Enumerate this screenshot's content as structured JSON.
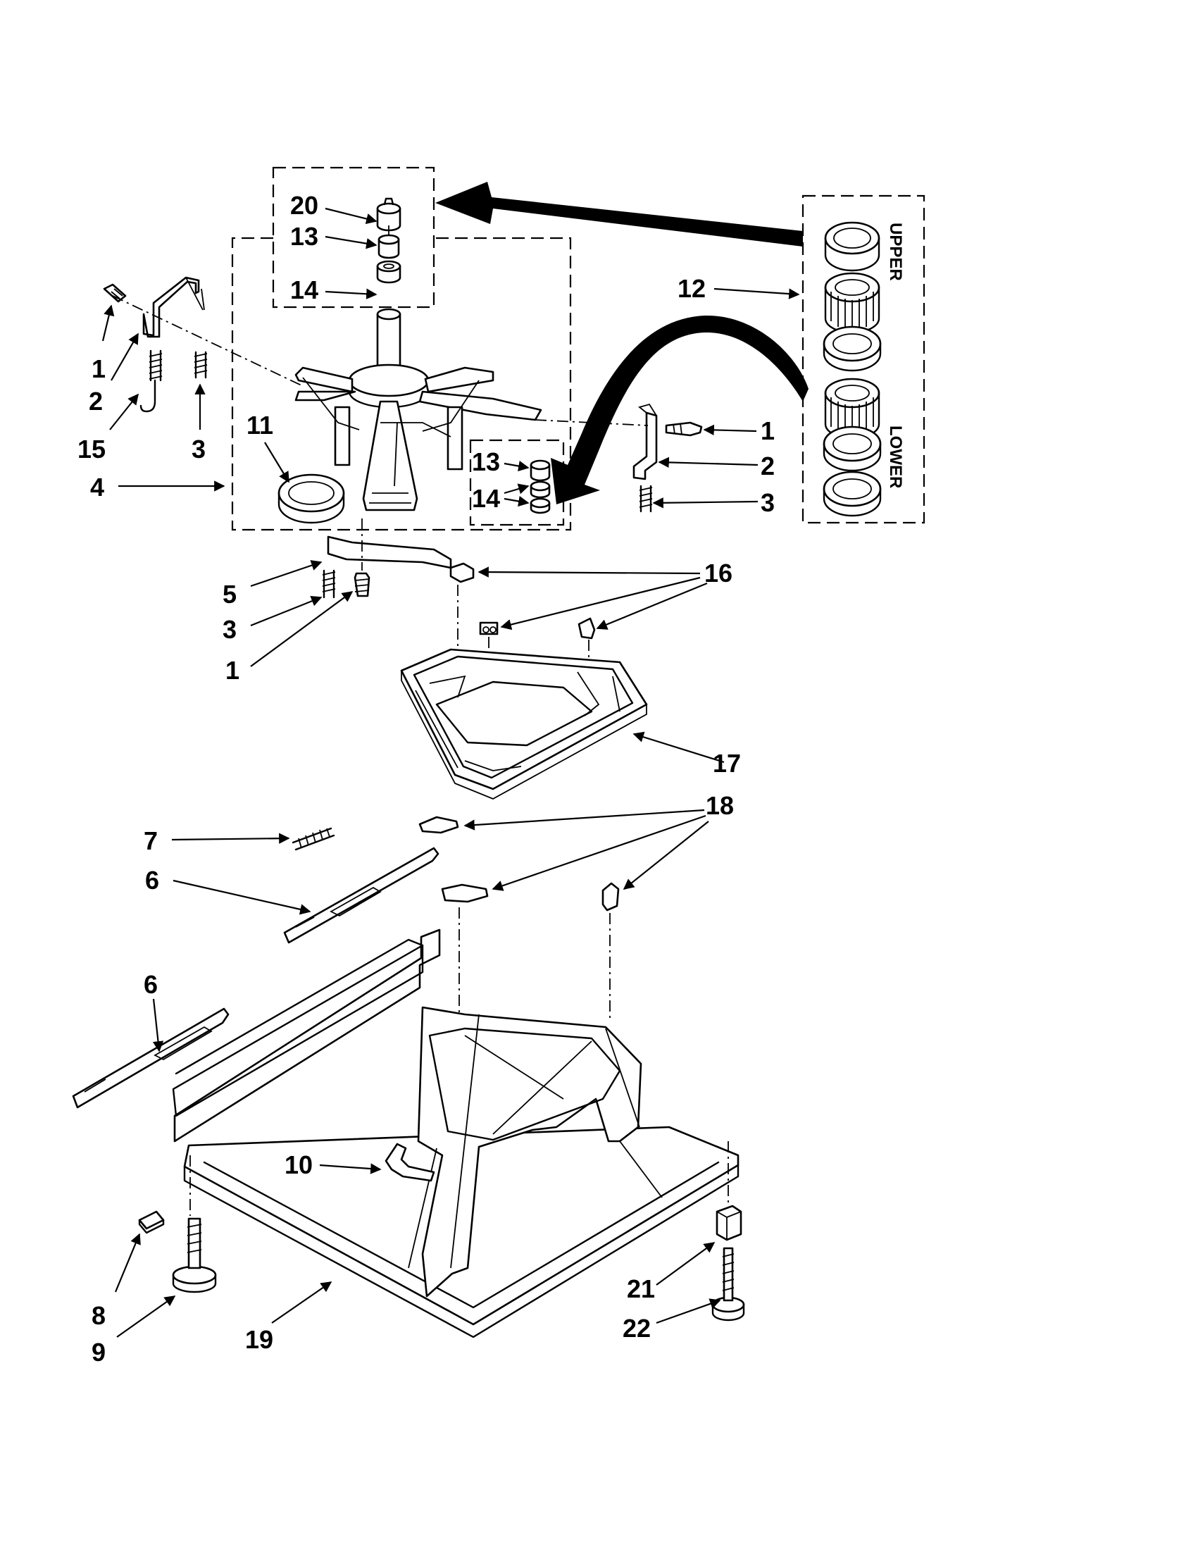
{
  "callouts": [
    {
      "id": "c20",
      "text": "20"
    },
    {
      "id": "c13a",
      "text": "13"
    },
    {
      "id": "c14a",
      "text": "14"
    },
    {
      "id": "c12",
      "text": "12"
    },
    {
      "id": "c1a",
      "text": "1"
    },
    {
      "id": "c2a",
      "text": "2"
    },
    {
      "id": "c15",
      "text": "15"
    },
    {
      "id": "c3a",
      "text": "3"
    },
    {
      "id": "c11",
      "text": "11"
    },
    {
      "id": "c4",
      "text": "4"
    },
    {
      "id": "c13b",
      "text": "13"
    },
    {
      "id": "c14b",
      "text": "14"
    },
    {
      "id": "c1b",
      "text": "1"
    },
    {
      "id": "c2b",
      "text": "2"
    },
    {
      "id": "c3b",
      "text": "3"
    },
    {
      "id": "c16",
      "text": "16"
    },
    {
      "id": "c5",
      "text": "5"
    },
    {
      "id": "c3c",
      "text": "3"
    },
    {
      "id": "c1c",
      "text": "1"
    },
    {
      "id": "c17",
      "text": "17"
    },
    {
      "id": "c18",
      "text": "18"
    },
    {
      "id": "c7",
      "text": "7"
    },
    {
      "id": "c6a",
      "text": "6"
    },
    {
      "id": "c6b",
      "text": "6"
    },
    {
      "id": "c10",
      "text": "10"
    },
    {
      "id": "c8",
      "text": "8"
    },
    {
      "id": "c9",
      "text": "9"
    },
    {
      "id": "c19",
      "text": "19"
    },
    {
      "id": "c21",
      "text": "21"
    },
    {
      "id": "c22",
      "text": "22"
    }
  ],
  "kit_labels": {
    "upper": "UPPER",
    "lower": "LOWER"
  }
}
